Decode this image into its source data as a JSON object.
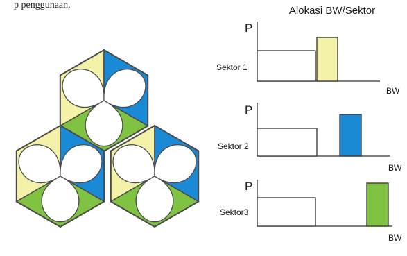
{
  "top_text": "p penggunaan,",
  "chart_title": "Alokasi BW/Sektor",
  "colors": {
    "yellow": "#f4f1a8",
    "blue": "#1b8ad6",
    "green": "#80c242",
    "outline": "#4a4a4a"
  },
  "panels": [
    {
      "sector_label": "Sektor 1",
      "p_label": "P",
      "bw_label": "BW",
      "color": "#f4f1a8"
    },
    {
      "sector_label": "Sektor 2",
      "p_label": "P",
      "bw_label": "BW",
      "color": "#1b8ad6"
    },
    {
      "sector_label": "Sektor3",
      "p_label": "P",
      "bw_label": "BW",
      "color": "#80c242"
    }
  ]
}
